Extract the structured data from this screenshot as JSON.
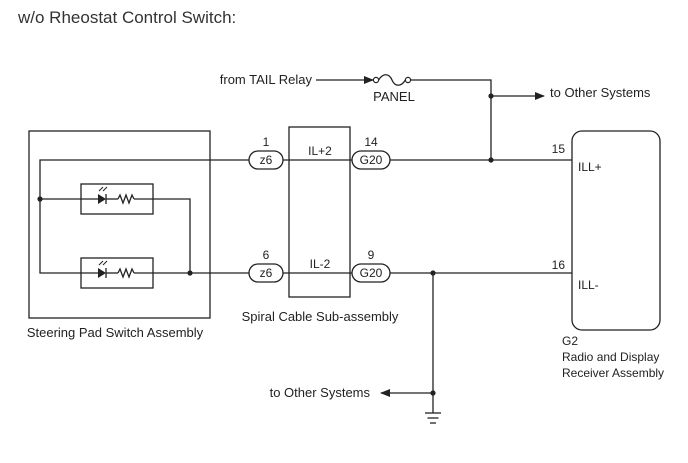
{
  "title": "w/o Rheostat Control Switch:",
  "from_tail_relay": "from TAIL Relay",
  "fuse_label": "PANEL",
  "to_other_systems_top": "to Other Systems",
  "to_other_systems_bottom": "to Other Systems",
  "steering_assembly": "Steering Pad Switch Assembly",
  "spiral": {
    "name": "Spiral Cable Sub-assembly",
    "pin_left_top": "1",
    "pin_left_bottom": "6",
    "conn_left": "z6",
    "pin_right_top": "14",
    "pin_right_bottom": "9",
    "conn_right": "G20",
    "signal_top": "IL+2",
    "signal_bottom": "IL-2"
  },
  "receiver": {
    "code": "G2",
    "name_line1": "Radio and Display",
    "name_line2": "Receiver Assembly",
    "pin_top": "15",
    "pin_bottom": "16",
    "label_top": "ILL+",
    "label_bottom": "ILL-"
  },
  "colors": {
    "line": "#222222",
    "background": "#ffffff"
  }
}
